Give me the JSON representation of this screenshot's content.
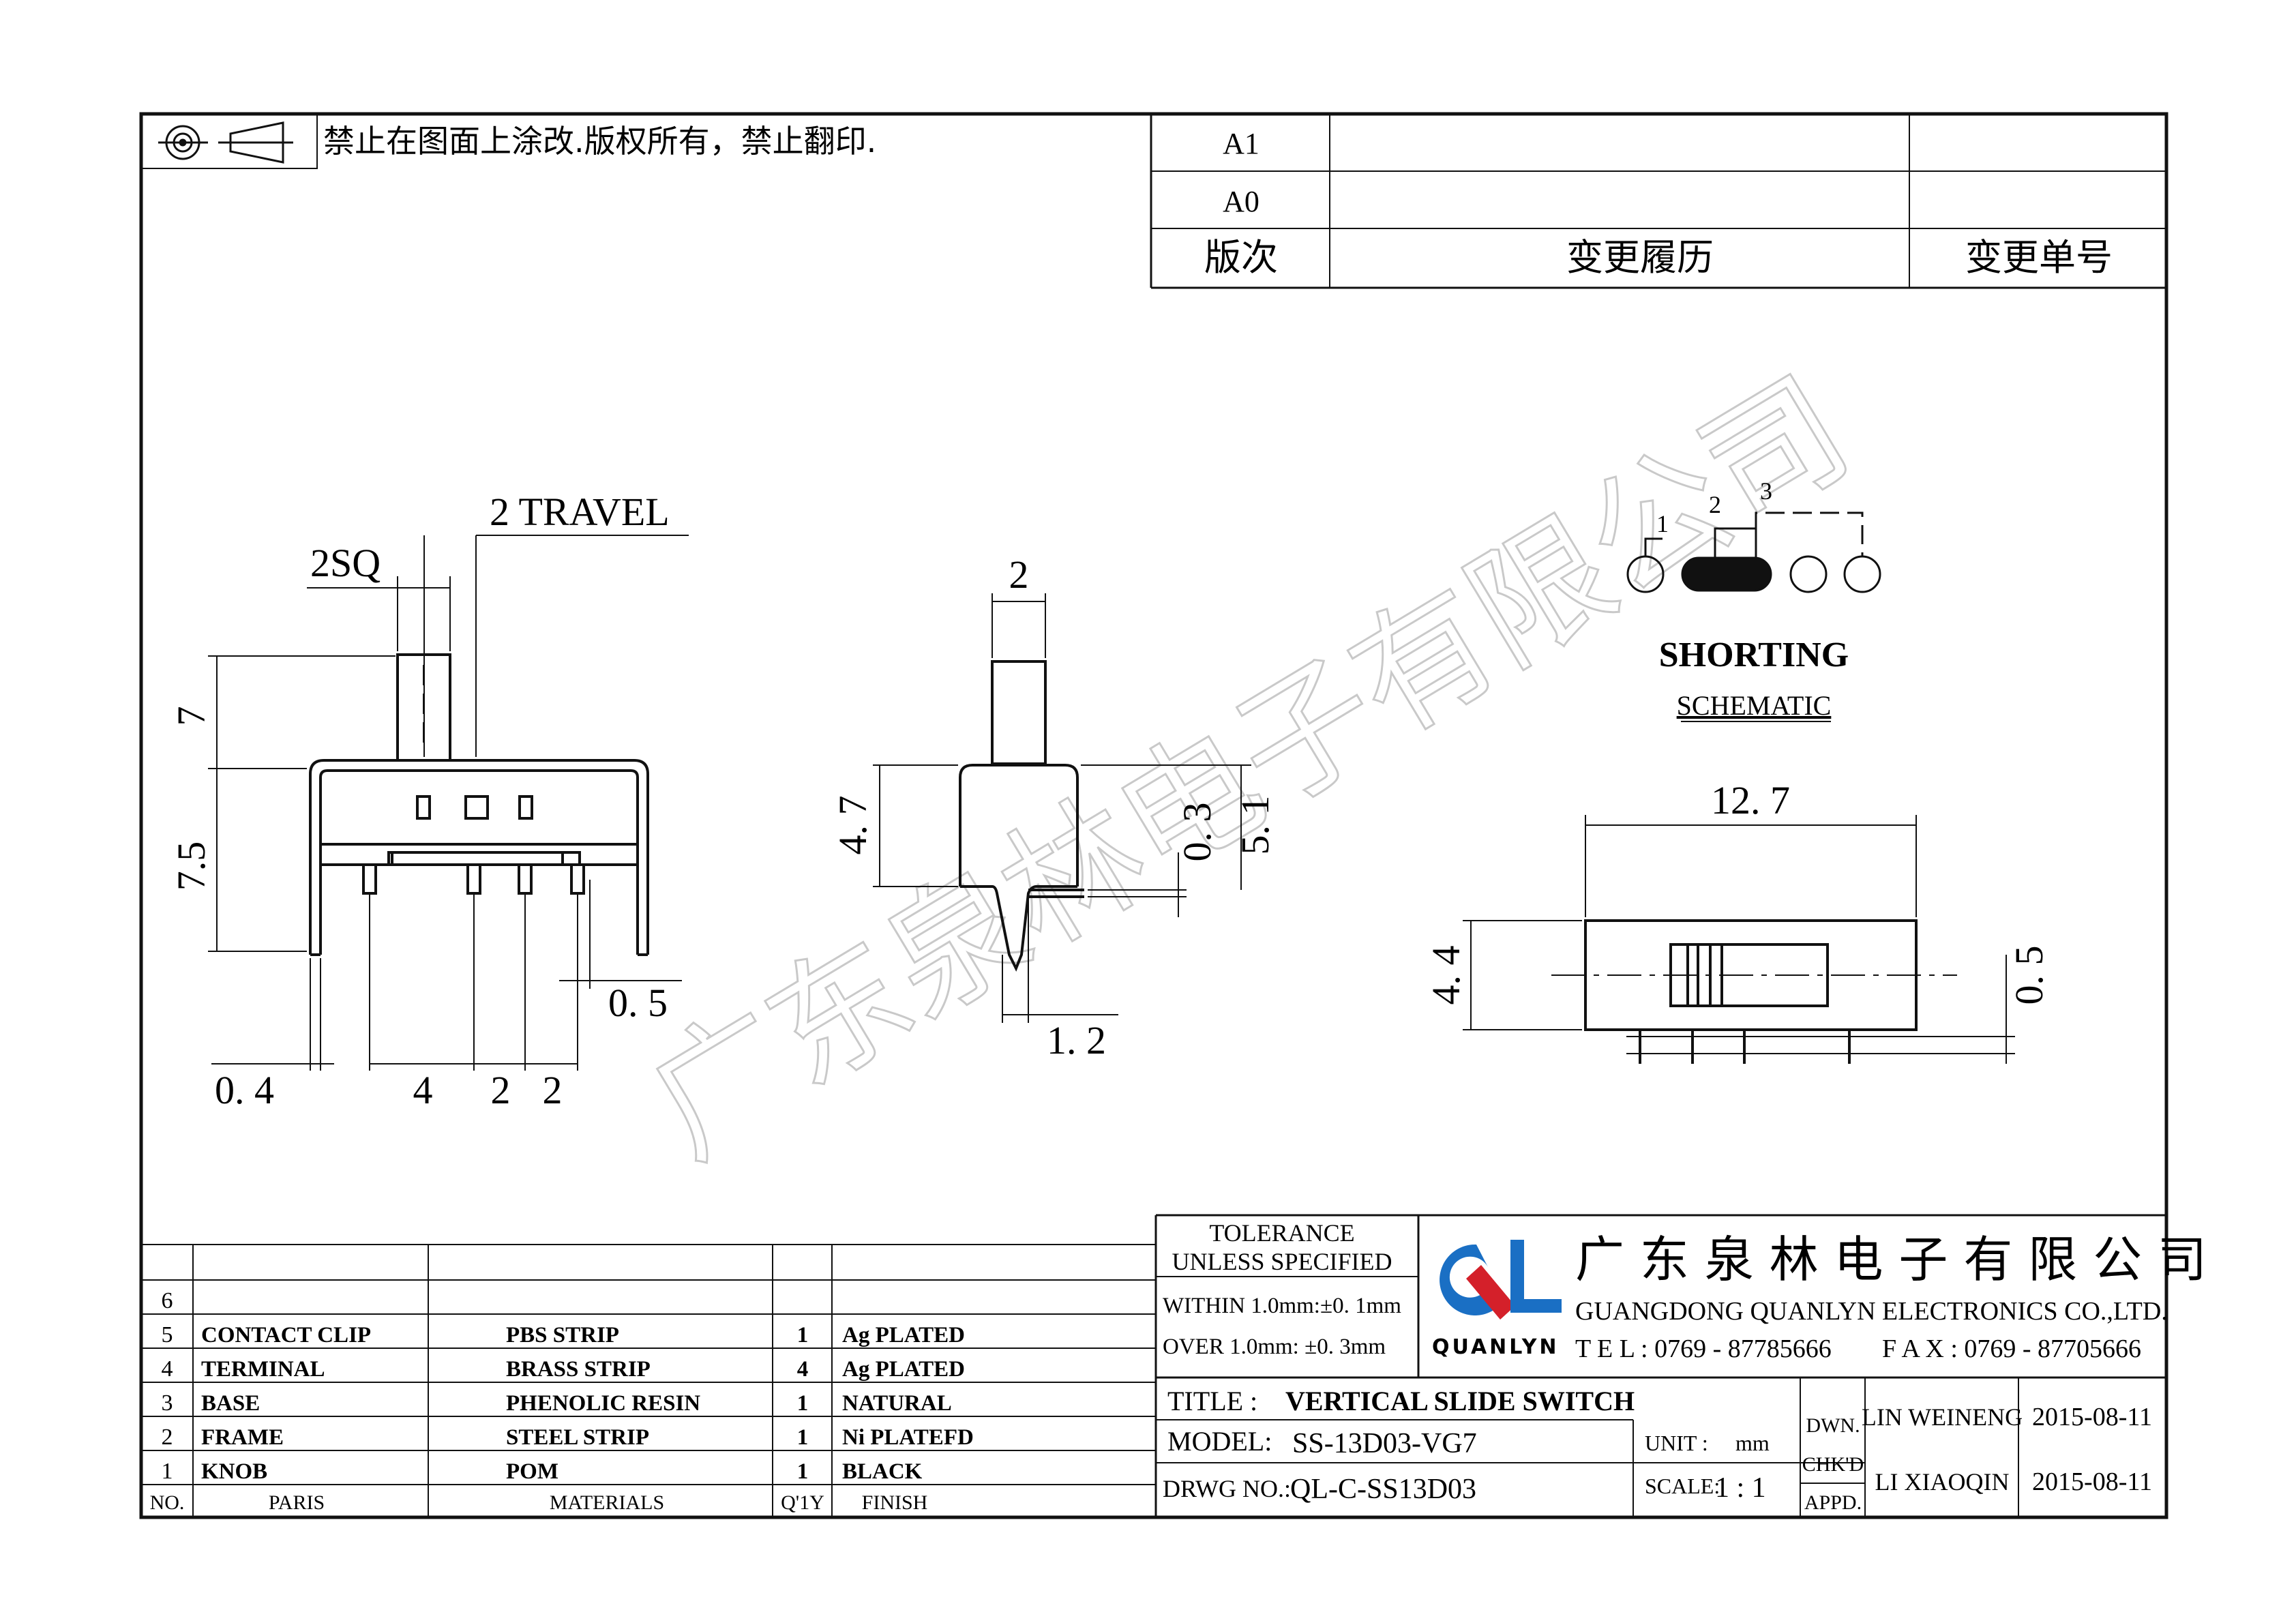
{
  "notice": "禁止在图面上涂改.版权所有，禁止翻印.",
  "revision": {
    "rows": [
      {
        "rev": "A1",
        "history": "",
        "change_no": ""
      },
      {
        "rev": "A0",
        "history": "",
        "change_no": ""
      }
    ],
    "header": {
      "rev": "版次",
      "history": "变更履历",
      "change_no": "变更单号"
    }
  },
  "watermark": "广东泉林电子有限公司",
  "dimensions": {
    "travel": "2  TRAVEL",
    "sq": "2SQ",
    "h7": "7",
    "h75": "7.5",
    "gap05": "0. 5",
    "w04": "0. 4",
    "pitch4": "4",
    "pitch2a": "2",
    "pitch2b": "2",
    "knob2": "2",
    "h47": "4. 7",
    "h03": "0. 3",
    "h51": "5. 1",
    "w12": "1. 2",
    "len127": "12. 7",
    "h44": "4. 4",
    "h05r": "0. 5"
  },
  "schematic": {
    "pins": [
      "1",
      "2",
      "3"
    ],
    "title": "SHORTING",
    "subtitle": "SCHEMATIC"
  },
  "parts": {
    "header": {
      "no": "NO.",
      "part": "PARIS",
      "material": "MATERIALS",
      "qty": "Q'1Y",
      "finish": "FINISH"
    },
    "rows": [
      {
        "no": "6",
        "part": "",
        "material": "",
        "qty": "",
        "finish": ""
      },
      {
        "no": "5",
        "part": "CONTACT  CLIP",
        "material": "PBS  STRIP",
        "qty": "1",
        "finish": "Ag  PLATED"
      },
      {
        "no": "4",
        "part": "TERMINAL",
        "material": "BRASS  STRIP",
        "qty": "4",
        "finish": "Ag  PLATED"
      },
      {
        "no": "3",
        "part": "BASE",
        "material": "PHENOLIC  RESIN",
        "qty": "1",
        "finish": "NATURAL"
      },
      {
        "no": "2",
        "part": "FRAME",
        "material": "STEEL  STRIP",
        "qty": "1",
        "finish": "Ni  PLATEFD"
      },
      {
        "no": "1",
        "part": "KNOB",
        "material": "POM",
        "qty": "1",
        "finish": "BLACK"
      }
    ]
  },
  "title_block": {
    "tol_title": "TOLERANCE",
    "tol_sub": "UNLESS  SPECIFIED",
    "tol_within": "WITHIN  1.0mm:±0. 1mm",
    "tol_over": "OVER  1.0mm:   ±0. 3mm",
    "logo_text": "QUANLYN",
    "company_cn": "广 东 泉 林 电 子 有 限 公 司",
    "company_en": "GUANGDONG  QUANLYN  ELECTRONICS  CO.,LTD.",
    "tel": "T E L : 0769 - 87785666",
    "fax": "F A X : 0769 - 87705666",
    "title_label": "TITLE  :",
    "title_value": "VERTICAL  SLIDE  SWITCH",
    "model_label": "MODEL:",
    "model_value": "SS-13D03-VG7",
    "unit_label": "UNIT  :",
    "unit_value": "mm",
    "drwg_label": "DRWG  NO.:",
    "drwg_value": "QL-C-SS13D03",
    "scale_label": "SCALE:",
    "scale_value": "1 : 1",
    "dwn_label": "DWN.",
    "chkd_label": "CHK'D",
    "appd_label": "APPD.",
    "dwn_name": "LIN  WEINENG",
    "dwn_date": "2015-08-11",
    "chk_name": "LI  XIAOQIN",
    "chk_date": "2015-08-11"
  },
  "colors": {
    "logo_blue": "#1a6fc4",
    "logo_red": "#d4202a",
    "line": "#111111"
  }
}
